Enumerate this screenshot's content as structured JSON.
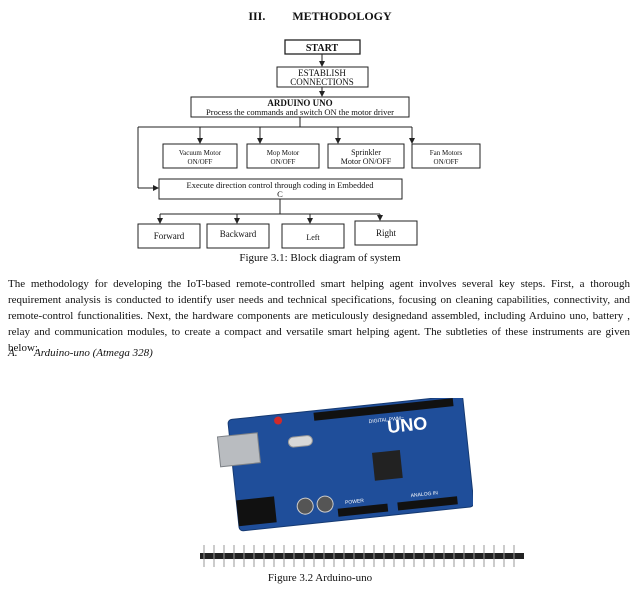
{
  "section": {
    "number": "III.",
    "title": "METHODOLOGY"
  },
  "flowchart": {
    "start": "START",
    "establish_line1": "ESTABLISH",
    "establish_line2": "CONNECTIONS",
    "arduino_title": "ARDUINO UNO",
    "arduino_sub": "Process the commands and switch ON the motor driver",
    "motors": [
      {
        "line1": "Vacuum Motor",
        "line2": "ON/OFF"
      },
      {
        "line1": "Mop Motor",
        "line2": "ON/OFF"
      },
      {
        "line1": "Sprinkler",
        "line2": "Motor ON/OFF"
      },
      {
        "line1": "Fan Motors",
        "line2": "ON/OFF"
      }
    ],
    "direction_line1": "Execute direction control through coding in Embedded",
    "direction_line2": "C",
    "directions": [
      "Forward",
      "Backward",
      "Left",
      "Right"
    ]
  },
  "figure1_caption": "Figure 3.1:  Block diagram of system",
  "paragraph": "The methodology for developing the IoT-based remote-controlled smart helping agent involves several key steps. First, a thorough requirement analysis is conducted to identify user needs and technical specifications, focusing on cleaning capabilities, connectivity, and remote-control functionalities. Next, the hardware components are meticulously designedand assembled, including Arduino uno, battery , relay and communication modules, to create a compact and versatile smart helping agent. The subtleties of these instruments are given below:",
  "subsection": {
    "letter": "A.",
    "title": "Arduino-uno (Atmega 328)"
  },
  "board": {
    "brand": "UNO",
    "label": "DIGITAL PWM~",
    "power": "POWER",
    "analog": "ANALOG IN"
  },
  "figure2_caption": "Figure 3.2  Arduino-uno"
}
